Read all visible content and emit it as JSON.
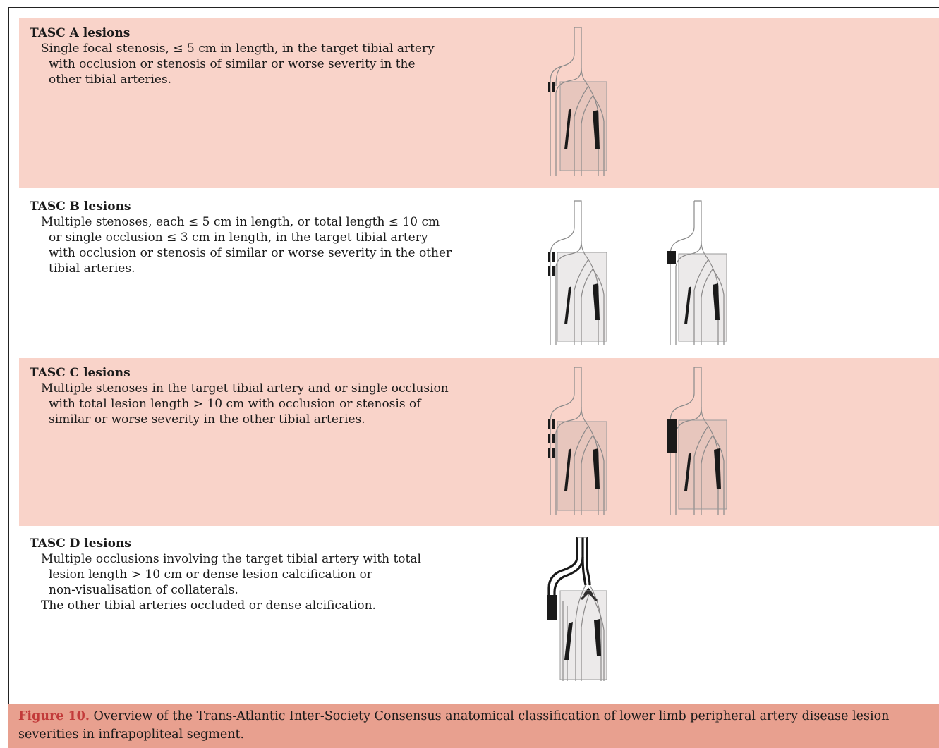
{
  "sections": [
    {
      "title": "TASC A lesions",
      "lines": [
        "Single focal stenosis, ≤ 5 cm in length, in the target tibial artery",
        "with occlusion or stenosis of similar or worse severity in the",
        "other tibial arteries."
      ]
    },
    {
      "title": "TASC B lesions",
      "lines": [
        "Multiple stenoses, each ≤ 5 cm in length, or total length ≤ 10 cm",
        "or single occlusion ≤ 3 cm in length, in the target tibial artery",
        "with occlusion or stenosis of similar or worse severity in the other",
        "tibial arteries."
      ]
    },
    {
      "title": "TASC C lesions",
      "lines": [
        "Multiple stenoses in the target tibial artery and or single occlusion",
        "with total lesion length > 10 cm with occlusion or stenosis of",
        "similar or worse severity in the other tibial arteries."
      ]
    },
    {
      "title": "TASC D lesions",
      "lines": [
        "Multiple occlusions involving the target tibial artery with total",
        "lesion length > 10 cm or dense lesion calcification or",
        "non-visualisation of collaterals.",
        "The other tibial arteries occluded or dense alcification."
      ]
    }
  ],
  "caption": {
    "label": "Figure 10.",
    "text": " Overview of the Trans-Atlantic Inter-Society Consensus anatomical classification of lower limb peripheral artery disease lesion severities in infrapopliteal segment."
  },
  "colors": {
    "band": "#f9d3c9",
    "caption_bg": "#e8a08f",
    "caption_label": "#c23a3a",
    "lesion": "#1a1a1a"
  }
}
